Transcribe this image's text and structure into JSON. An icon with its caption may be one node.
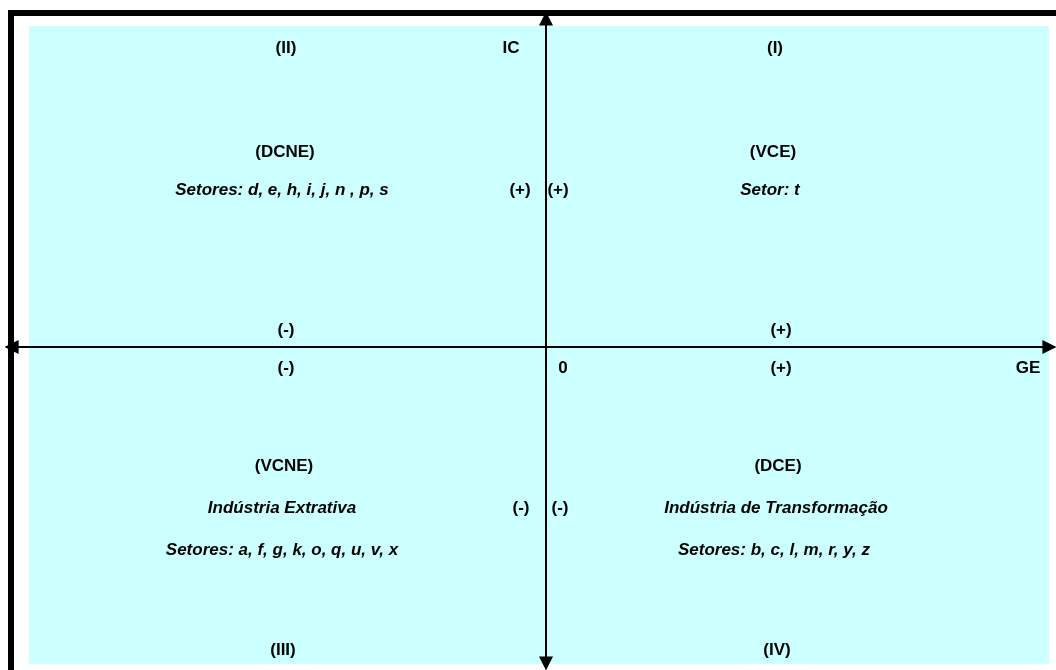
{
  "diagram": {
    "labels": [
      "(II)",
      "IC",
      "(I)",
      "(DCNE)",
      "Setores: d, e, h, i, j, n , p, s",
      "(+)",
      "(+)",
      "(VCE)",
      "Setor: t",
      "(-)",
      "(+)",
      "(-)",
      "0",
      "(+)",
      "GE",
      "(VCNE)",
      "(DCE)",
      "Indústria Extrativa",
      "(-)",
      "(-)",
      "Indústria de Transformação",
      "Setores: a, f, g, k, o, q, u, v, x",
      "Setores: b, c, l, m, r, y, z",
      "(III)",
      "(IV)"
    ]
  }
}
